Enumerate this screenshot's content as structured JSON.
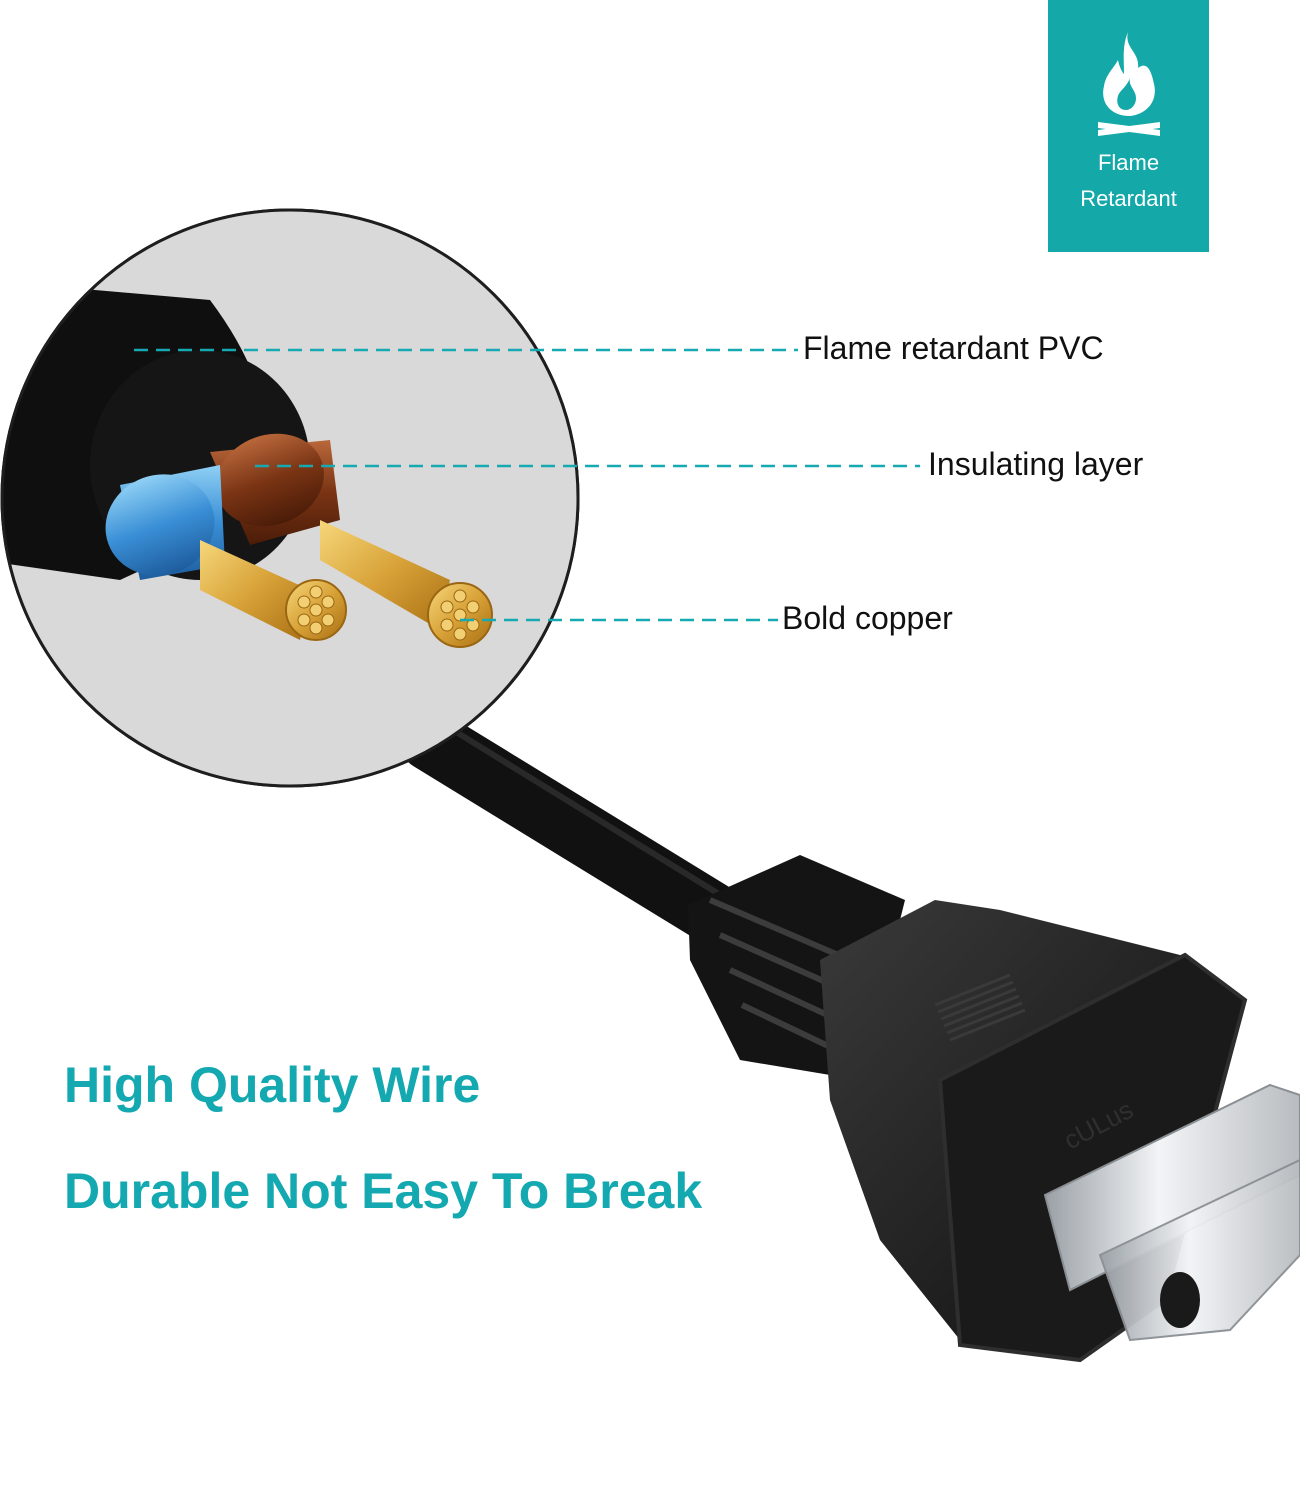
{
  "badge": {
    "line1": "Flame",
    "line2": "Retardant",
    "icon": "flame-icon"
  },
  "callouts": {
    "pvc": "Flame retardant PVC",
    "insulation": "Insulating layer",
    "copper": "Bold copper"
  },
  "headline": {
    "line1": "High Quality Wire",
    "line2": "Durable Not Easy To Break"
  },
  "plug_marking": "cULus",
  "colors": {
    "accent": "#14a8a8",
    "headline": "#14a8b0"
  }
}
